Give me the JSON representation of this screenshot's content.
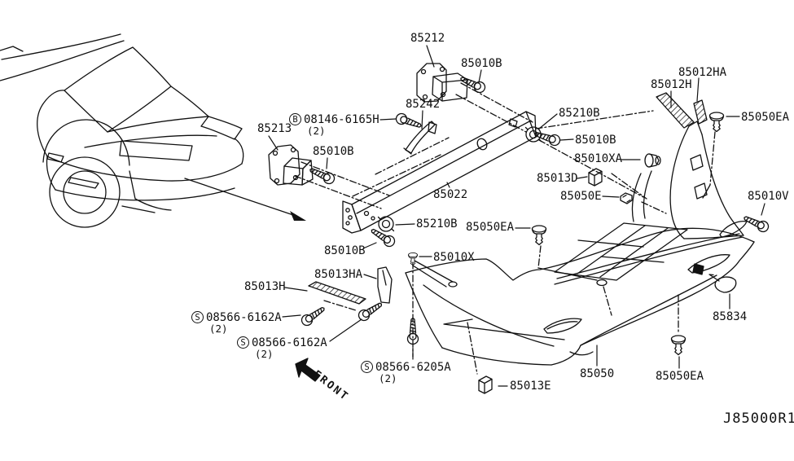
{
  "colors": {
    "ink": "#111111",
    "paper": "#ffffff"
  },
  "labels": {
    "p85212": "85212",
    "p85010B_top": "85010B",
    "p85242": "85242",
    "b_prefix": "B",
    "p08146": "08146-6165H",
    "p08146_qty": "(2)",
    "p85213": "85213",
    "p85010B_left": "85010B",
    "p85210B_topright": "85210B",
    "p85010B_right": "85010B",
    "p85012HA": "85012HA",
    "p85012H": "85012H",
    "p85050EA_topright": "85050EA",
    "p85010XA": "85010XA",
    "p85013D": "85013D",
    "p85050E": "85050E",
    "p85010V": "85010V",
    "p85022": "85022",
    "p85210B_mid": "85210B",
    "p85050EA_mid": "85050EA",
    "p85010B_mid": "85010B",
    "p85010X": "85010X",
    "p85013HA": "85013HA",
    "p85013H": "85013H",
    "s_prefix": "S",
    "p08566_6162A_1": "08566-6162A",
    "p08566_6162A_1_qty": "(2)",
    "p08566_6162A_2": "08566-6162A",
    "p08566_6162A_2_qty": "(2)",
    "p08566_6205A": "08566-6205A",
    "p08566_6205A_qty": "(2)",
    "p85013E": "85013E",
    "p85050": "85050",
    "p85050EA_bottom": "85050EA",
    "p85834": "85834"
  },
  "annotations": {
    "front": "FRONT",
    "diagram_code": "J85000R1"
  }
}
